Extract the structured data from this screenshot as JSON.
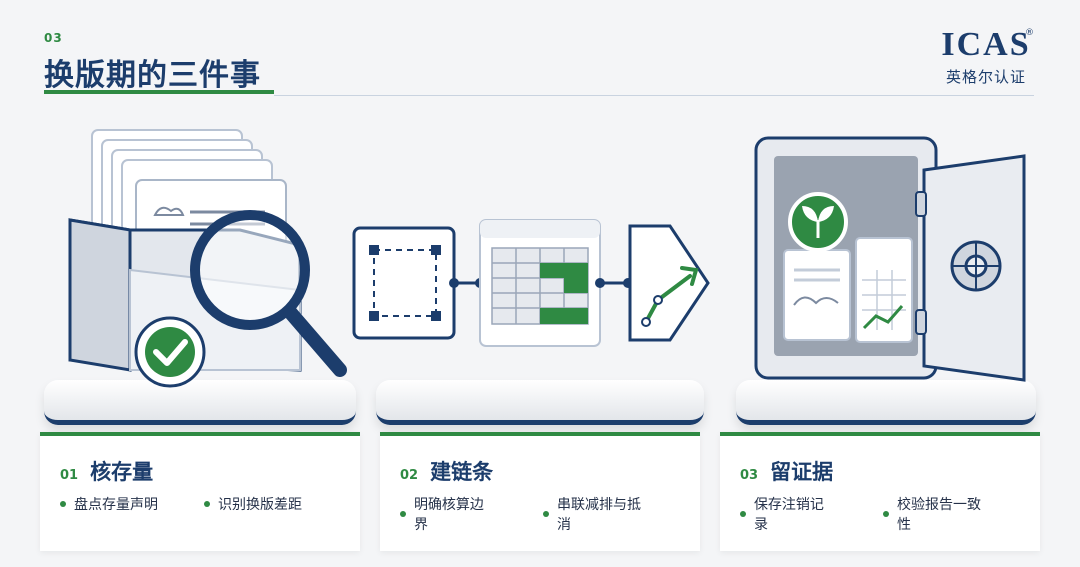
{
  "header": {
    "section_number": "03",
    "title": "换版期的三件事"
  },
  "logo": {
    "main": "ICAS",
    "registered": "®",
    "sub": "英格尔认证"
  },
  "colors": {
    "navy": "#1c3d6c",
    "green": "#2f8a43",
    "background": "#f4f5f7"
  },
  "cards": [
    {
      "number": "01",
      "title": "核存量",
      "items": [
        "盘点存量声明",
        "识别换版差距"
      ]
    },
    {
      "number": "02",
      "title": "建链条",
      "items": [
        "明确核算边界",
        "串联减排与抵消"
      ]
    },
    {
      "number": "03",
      "title": "留证据",
      "items": [
        "保存注销记录",
        "校验报告一致性"
      ]
    }
  ],
  "illustrations": [
    {
      "name": "document-folder-with-magnifier-and-check",
      "icons": [
        "folder-icon",
        "magnifier-icon",
        "check-icon"
      ]
    },
    {
      "name": "boundary-to-table-to-trend-chain",
      "icons": [
        "boundary-icon",
        "table-icon",
        "trend-arrow-icon"
      ]
    },
    {
      "name": "open-safe-with-documents",
      "icons": [
        "safe-icon",
        "leaf-badge-icon",
        "document-icon"
      ]
    }
  ]
}
